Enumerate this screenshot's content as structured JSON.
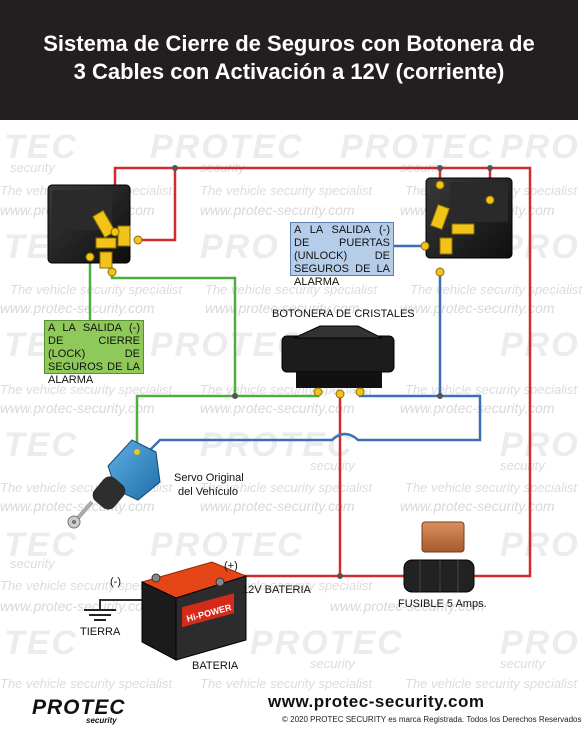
{
  "header": {
    "title_line1": "Sistema de Cierre de Seguros con Botonera de",
    "title_line2": "3 Cables con Activación a 12V (corriente)"
  },
  "watermark": {
    "brand_a": "TEC",
    "brand_b": "PROTEC",
    "brand_c": "PRO",
    "security": "security",
    "specialist": "The vehicle security specialist",
    "url": "www.protec-security.com"
  },
  "labels": {
    "green_box": "A LA SALIDA (-) DE CIERRE (LOCK) DE SEGUROS DE LA ALARMA",
    "blue_box": "A LA SALIDA (-) DE PUERTAS (UNLOCK) DE SEGUROS DE LA ALARMA",
    "botonera": "BOTONERA DE CRISTALES",
    "servo_line1": "Servo Original",
    "servo_line2": "del Vehículo",
    "bateria_12v": "12V BATERIA",
    "fusible": "FUSIBLE 5 Amps.",
    "tierra": "TIERRA",
    "bateria": "BATERIA",
    "minus": "(-)",
    "plus": "(+)",
    "battery_brand": "Hi-POWER"
  },
  "footer": {
    "logo": "PROTEC",
    "logo_sub": "security",
    "url": "www.protec-security.com",
    "copyright": "© 2020 PROTEC SECURITY es marca Registrada. Todos los Derechos Reservados"
  },
  "colors": {
    "header_bg": "#231f20",
    "red_wire": "#d22b2b",
    "green_wire": "#4caf3d",
    "blue_wire": "#3d6fb6",
    "dark_wire": "#333333",
    "gold_terminal": "#f2c318",
    "green_label": "#8fc95a",
    "blue_label": "#b6cdea"
  }
}
